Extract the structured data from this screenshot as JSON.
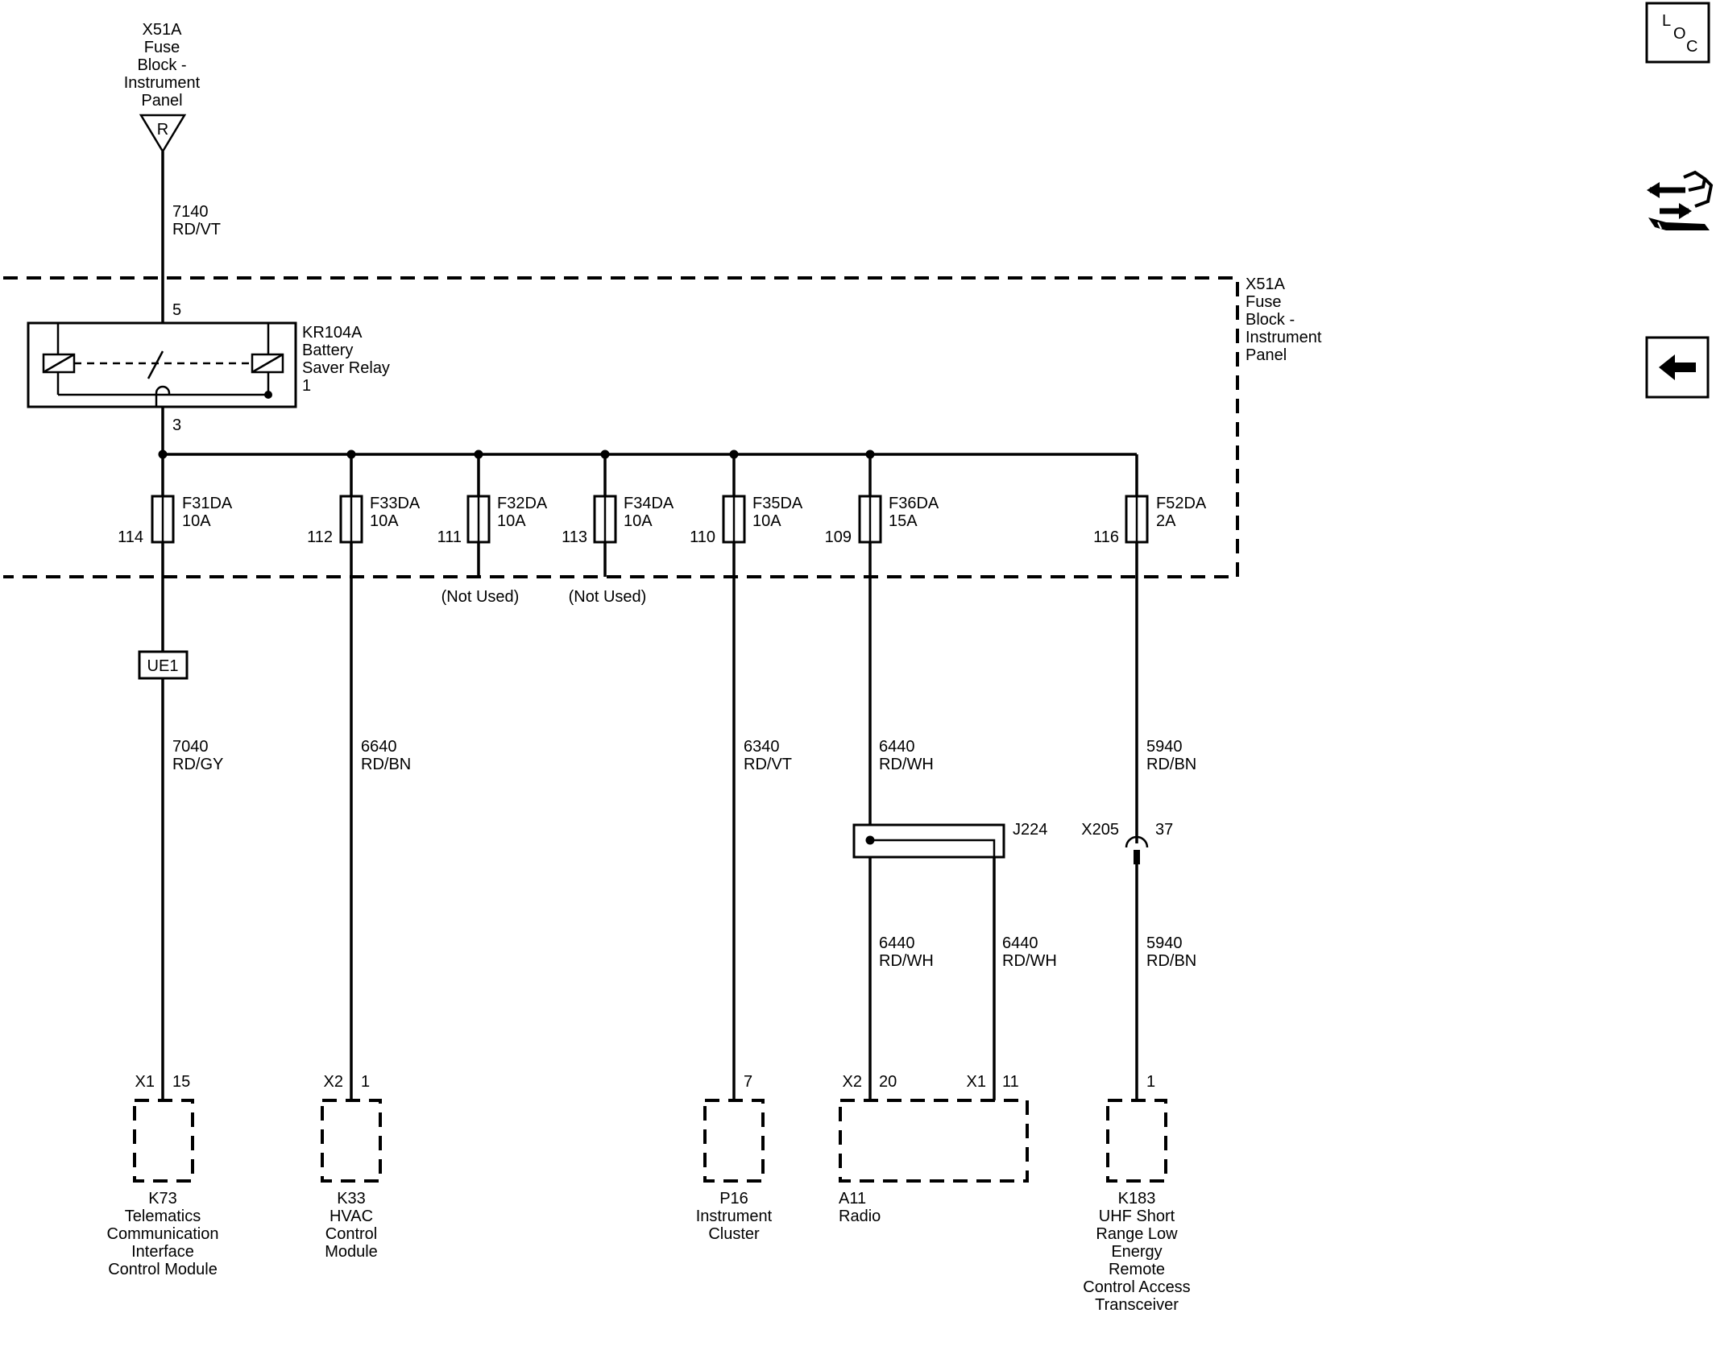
{
  "source": {
    "name_lines": [
      "X51A",
      "Fuse",
      "Block -",
      "Instrument",
      "Panel"
    ],
    "terminal": "R"
  },
  "feed_wire": {
    "circuit": "7140",
    "color": "RD/VT"
  },
  "fuse_block": {
    "name_lines": [
      "X51A",
      "Fuse",
      "Block -",
      "Instrument",
      "Panel"
    ]
  },
  "relay": {
    "name_lines": [
      "KR104A",
      "Battery",
      "Saver Relay",
      "1"
    ],
    "pin_in": "5",
    "pin_out": "3"
  },
  "fuses": [
    {
      "name": "F31DA",
      "rating": "10A",
      "pin": "114",
      "note": ""
    },
    {
      "name": "F33DA",
      "rating": "10A",
      "pin": "112",
      "note": ""
    },
    {
      "name": "F32DA",
      "rating": "10A",
      "pin": "111",
      "note": "(Not Used)"
    },
    {
      "name": "F34DA",
      "rating": "10A",
      "pin": "113",
      "note": "(Not Used)"
    },
    {
      "name": "F35DA",
      "rating": "10A",
      "pin": "110",
      "note": ""
    },
    {
      "name": "F36DA",
      "rating": "15A",
      "pin": "109",
      "note": ""
    },
    {
      "name": "F52DA",
      "rating": "2A",
      "pin": "116",
      "note": ""
    }
  ],
  "inline": {
    "label": "UE1"
  },
  "wires_upper": [
    {
      "circuit": "7040",
      "color": "RD/GY"
    },
    {
      "circuit": "6640",
      "color": "RD/BN"
    },
    {
      "circuit": "6340",
      "color": "RD/VT"
    },
    {
      "circuit": "6440",
      "color": "RD/WH"
    },
    {
      "circuit": "5940",
      "color": "RD/BN"
    }
  ],
  "splice": {
    "label": "J224"
  },
  "connector_x205": {
    "label": "X205",
    "pin": "37"
  },
  "wires_lower": [
    {
      "circuit": "6440",
      "color": "RD/WH"
    },
    {
      "circuit": "6440",
      "color": "RD/WH"
    },
    {
      "circuit": "5940",
      "color": "RD/BN"
    }
  ],
  "modules": [
    {
      "connector": "X1",
      "pin": "15",
      "name_lines": [
        "K73",
        "Telematics",
        "Communication",
        "Interface",
        "Control Module"
      ]
    },
    {
      "connector": "X2",
      "pin": "1",
      "name_lines": [
        "K33",
        "HVAC",
        "Control",
        "Module"
      ]
    },
    {
      "connector": "",
      "pin": "7",
      "name_lines": [
        "P16",
        "Instrument",
        "Cluster"
      ]
    },
    {
      "connector": "X2",
      "pin": "20",
      "connector2": "X1",
      "pin2": "11",
      "name_lines": [
        "A11",
        "Radio"
      ]
    },
    {
      "connector": "",
      "pin": "1",
      "name_lines": [
        "K183",
        "UHF Short",
        "Range Low",
        "Energy",
        "Remote",
        "Control Access",
        "Transceiver"
      ]
    }
  ],
  "side_icons": {
    "loc": {
      "icon": "loc-icon",
      "letters": [
        "L",
        "O",
        "C"
      ]
    },
    "connector_view": {
      "icon": "connector-harness-icon"
    },
    "back": {
      "icon": "back-arrow-icon"
    }
  }
}
